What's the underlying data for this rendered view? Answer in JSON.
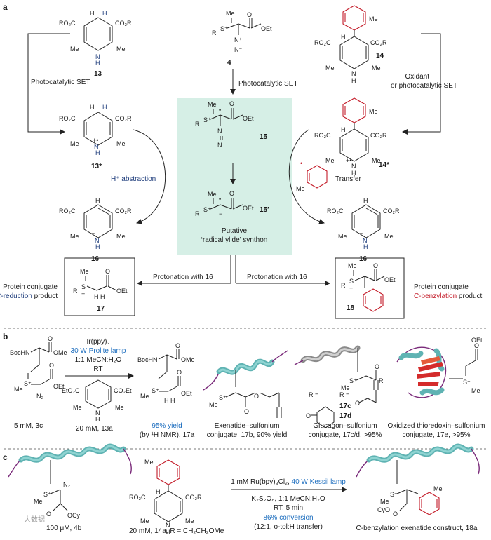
{
  "panel_a": {
    "label": "a",
    "cmp_13": "13",
    "cmp_4": "4",
    "cmp_14": "14",
    "cmp_13star": "13*",
    "cmp_15": "15",
    "cmp_14star": "14*",
    "cmp_16_left": "16",
    "cmp_15prime": "15′",
    "cmp_16_right": "16",
    "cmp_17": "17",
    "cmp_18": "18",
    "photocatalytic_set_left": "Photocatalytic SET",
    "photocatalytic_set_mid": "Photocatalytic SET",
    "oxidant_line1": "Oxidant",
    "oxidant_line2": "or photocatalytic SET",
    "h_abstraction": "H⁺ abstraction",
    "transfer": "Transfer",
    "putative_line1": "Putative",
    "putative_line2": "‘radical ylide’ synthon",
    "protonation_left": "Protonation with 16",
    "protonation_right": "Protonation with 16",
    "protein_conj_left": "Protein conjugate",
    "c_reduction": "C-reduction",
    "product_word_left": " product",
    "protein_conj_right": "Protein conjugate",
    "c_benzylation": "C-benzylation",
    "product_word_right": " product"
  },
  "panel_b": {
    "label": "b",
    "catalyst": "Ir(ppy)₃",
    "lamp": "30 W Prolite lamp",
    "solvent": "1:1 MeCN:H₂O",
    "temp": "RT",
    "sm_conc": "5 mM, 3c",
    "reductant_conc": "20 mM, 13a",
    "yield_line1": "95% yield",
    "yield_line2": "(by ¹H NMR), 17a",
    "exenatide_line1": "Exenatide–sulfonium",
    "exenatide_line2": "conjugate, 17b, 90% yield",
    "glucagon_line1": "Glucagon–sulfonium",
    "glucagon_line2": "conjugate, 17c/d, >95%",
    "thioredoxin_line1": "Oxidized thioredoxin–sulfonium",
    "thioredoxin_line2": "conjugate, 17e, >95%",
    "label_17c": "17c",
    "label_17d": "17d"
  },
  "panel_c": {
    "label": "c",
    "catalyst": "1 mM Ru(bpy)₃Cl₂,",
    "lamp": "40 W Kessil lamp",
    "oxidant": "K₂S₂O₈, 1:1 MeCN:H₂O",
    "conditions": "RT, 5 min",
    "conversion": "86% conversion",
    "selectivity": "(12:1, o-tol:H transfer)",
    "sm_conc": "100 μM, 4b",
    "reagent_conc": "20 mM, 14a, R = CH₂CH₂OMe",
    "product": "C-benzylation exenatide construct, 18a",
    "watermark": "大数据"
  },
  "colors": {
    "teal_box": "#d6efe6",
    "blue_text": "#1f6fbf",
    "red_text": "#c41d2a",
    "helix": "#5fb3b3"
  }
}
